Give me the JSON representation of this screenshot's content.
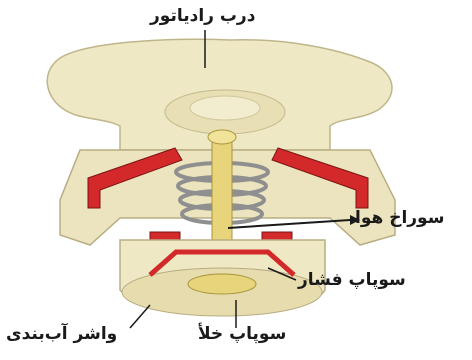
{
  "labels": {
    "radiator_cap": "درب رادیاتور",
    "air_hole": "سوراخ هوا",
    "pressure_valve": "سوپاپ فشار",
    "vacuum_valve": "سوپاپ خلأ",
    "sealing_washer": "واشر آب‌بندی"
  },
  "colors": {
    "cap_body": "#efe8c4",
    "cap_shadow": "#cfc49a",
    "cutaway_red": "#d4292a",
    "spring": "#9a9a9a",
    "stem_gold": "#e8d47a",
    "leader_line": "#1a1a1a"
  }
}
